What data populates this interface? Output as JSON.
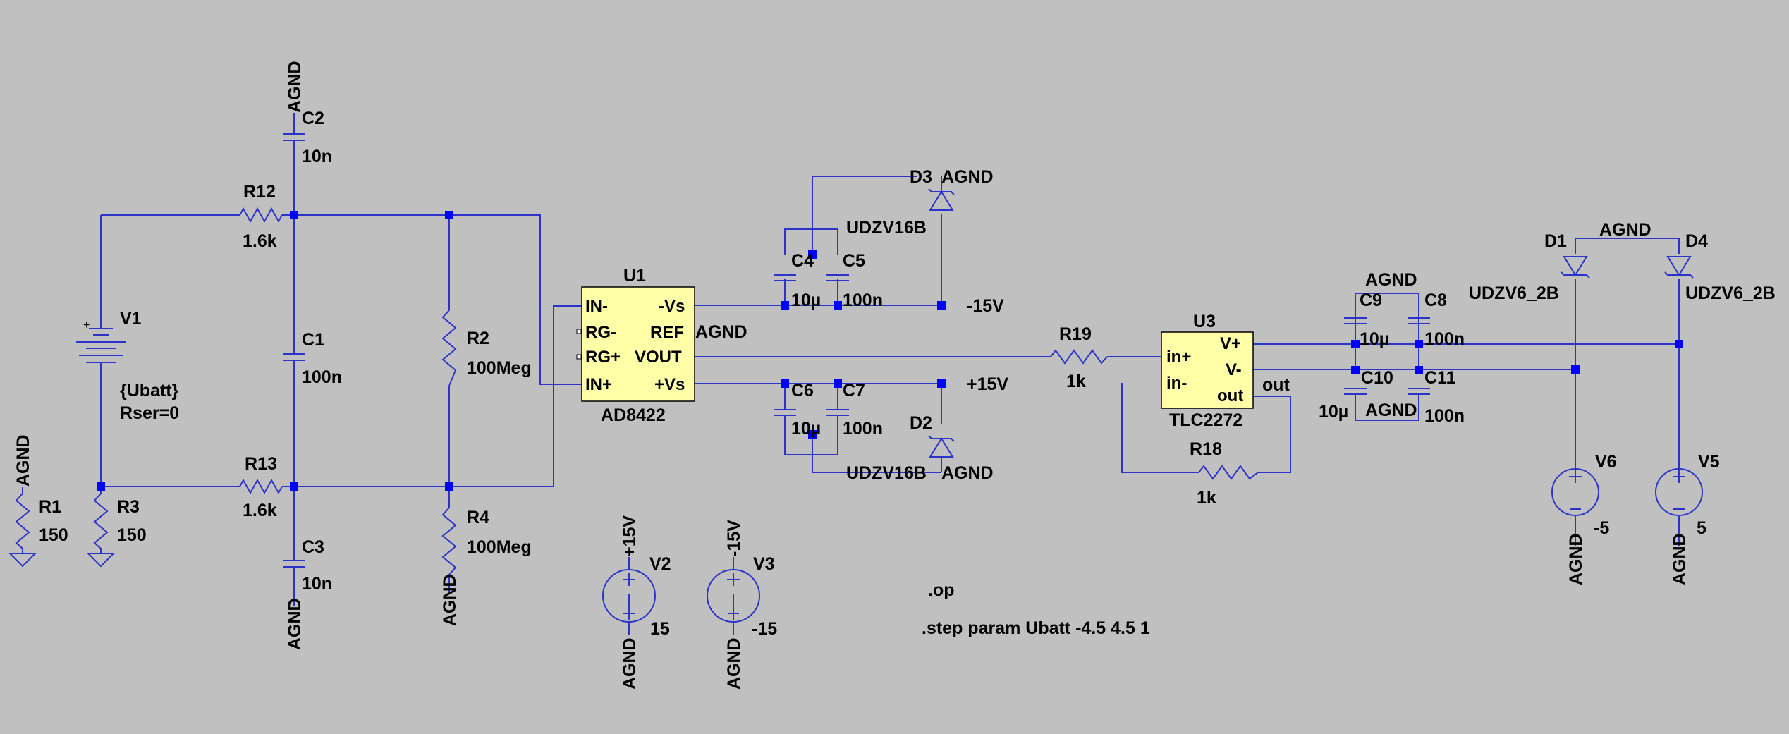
{
  "components": {
    "R12": {
      "ref": "R12",
      "value": "1.6k"
    },
    "R13": {
      "ref": "R13",
      "value": "1.6k"
    },
    "R1": {
      "ref": "R1",
      "value": "150"
    },
    "R3": {
      "ref": "R3",
      "value": "150"
    },
    "R2": {
      "ref": "R2",
      "value": "100Meg"
    },
    "R4": {
      "ref": "R4",
      "value": "100Meg"
    },
    "R19": {
      "ref": "R19",
      "value": "1k"
    },
    "R18": {
      "ref": "R18",
      "value": "1k"
    },
    "C1": {
      "ref": "C1",
      "value": "100n"
    },
    "C2": {
      "ref": "C2",
      "value": "10n"
    },
    "C3": {
      "ref": "C3",
      "value": "10n"
    },
    "C4": {
      "ref": "C4",
      "value": "10µ"
    },
    "C5": {
      "ref": "C5",
      "value": "100n"
    },
    "C6": {
      "ref": "C6",
      "value": "10µ"
    },
    "C7": {
      "ref": "C7",
      "value": "100n"
    },
    "C8": {
      "ref": "C8",
      "value": "100n"
    },
    "C9": {
      "ref": "C9",
      "value": "10µ"
    },
    "C10": {
      "ref": "C10",
      "value": "10µ"
    },
    "C11": {
      "ref": "C11",
      "value": "100n"
    },
    "V1": {
      "ref": "V1",
      "value": "{Ubatt}",
      "extra": "Rser=0"
    },
    "V2": {
      "ref": "V2",
      "value": "15"
    },
    "V3": {
      "ref": "V3",
      "value": "-15"
    },
    "V5": {
      "ref": "V5",
      "value": "5"
    },
    "V6": {
      "ref": "V6",
      "value": "-5"
    },
    "D1": {
      "ref": "D1",
      "value": "UDZV6_2B"
    },
    "D2": {
      "ref": "D2",
      "value": "UDZV16B"
    },
    "D3": {
      "ref": "D3",
      "value": "UDZV16B"
    },
    "D4": {
      "ref": "D4",
      "value": "UDZV6_2B"
    },
    "U1": {
      "ref": "U1",
      "value": "AD8422",
      "pins": {
        "inm": "IN-",
        "rgm": "RG-",
        "rgp": "RG+",
        "inp": "IN+",
        "vsm": "-Vs",
        "ref": "REF",
        "vout": "VOUT",
        "vsp": "+Vs"
      }
    },
    "U3": {
      "ref": "U3",
      "value": "TLC2272",
      "pins": {
        "inp": "in+",
        "inm": "in-",
        "vp": "V+",
        "vm": "V-",
        "out": "out"
      }
    }
  },
  "nets": {
    "agnd": "AGND",
    "p15": "+15V",
    "m15": "-15V",
    "out": "out"
  },
  "directives": {
    "op": ".op",
    "step": ".step param Ubatt -4.5 4.5 1"
  }
}
